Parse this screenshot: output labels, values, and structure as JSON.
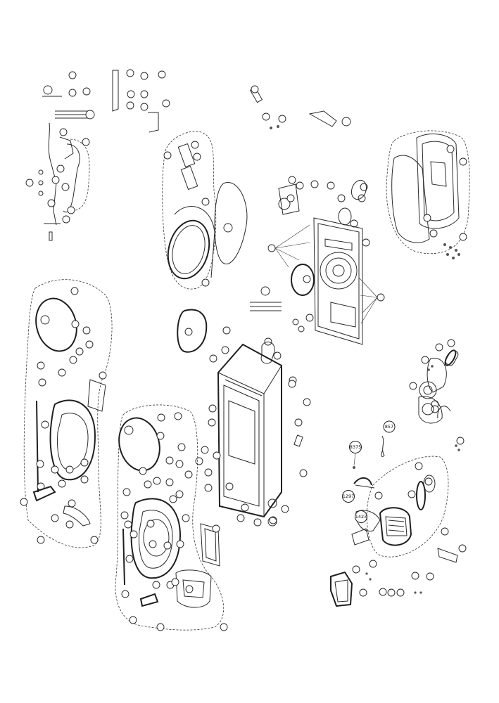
{
  "labels": {
    "l857": "857",
    "l8375": "8375",
    "l1297": "1297",
    "l1423": "1423"
  }
}
